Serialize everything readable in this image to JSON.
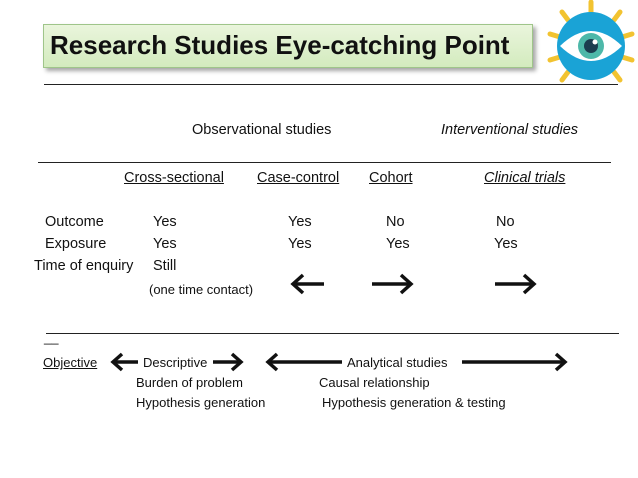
{
  "title": "Research Studies Eye-catching Point",
  "header": {
    "observational": "Observational studies",
    "interventional": "Interventional  studies"
  },
  "columns": {
    "cross_sectional": "Cross-sectional ",
    "case_control": "Case-control ",
    "cohort": "Cohort ",
    "clinical_trials": "Clinical trials"
  },
  "rows": {
    "outcome": {
      "label": "Outcome",
      "cross_sectional": "Yes",
      "case_control": "Yes",
      "cohort": "No",
      "clinical_trials": "No"
    },
    "exposure": {
      "label": "Exposure",
      "cross_sectional": "Yes",
      "case_control": "Yes",
      "cohort": "Yes",
      "clinical_trials": "Yes"
    },
    "time_of_enquiry": {
      "label": "Time of enquiry",
      "cross_sectional": "Still",
      "note": "(one time contact)"
    }
  },
  "objective": {
    "label": "Objective ",
    "descriptive": "Descriptive",
    "analytical": "Analytical studies",
    "descriptive_items": [
      "Burden of problem",
      "Hypothesis generation"
    ],
    "analytical_items": [
      "Causal relationship",
      "Hypothesis generation & testing"
    ]
  },
  "stray_mark": "__",
  "icons": {
    "logo": "eye-icon"
  },
  "colors": {
    "title_bg": "#d3ebbe",
    "eye_ring": "#1aa3d6",
    "eye_sclera": "#ffffff",
    "eye_iris": "#4db8a9",
    "eye_rays": "#f2c330"
  }
}
